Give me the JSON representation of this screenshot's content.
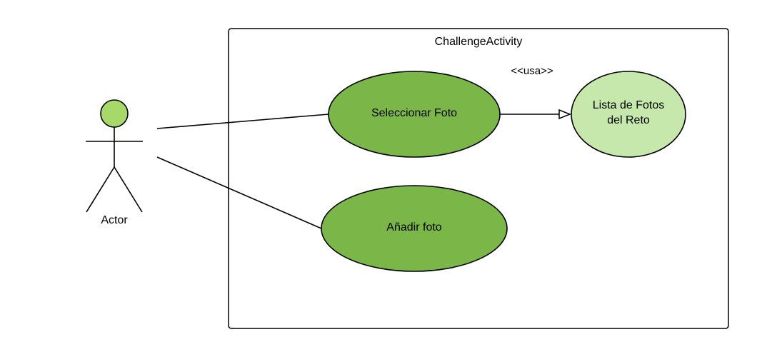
{
  "diagram": {
    "system_boundary": {
      "title": "ChallengeActivity"
    },
    "actor": {
      "label": "Actor",
      "head_color": "#a6d96a"
    },
    "use_cases": [
      {
        "id": "uc1",
        "lines": [
          "Seleccionar Foto"
        ],
        "color": "#7ab648"
      },
      {
        "id": "uc2",
        "lines": [
          "Añadir foto"
        ],
        "color": "#7ab648"
      },
      {
        "id": "uc3",
        "lines": [
          "Lista de Fotos",
          "del Reto"
        ],
        "color": "#c7e8ac"
      }
    ],
    "relationships": [
      {
        "from": "actor",
        "to": "uc1",
        "type": "association"
      },
      {
        "from": "actor",
        "to": "uc2",
        "type": "association"
      },
      {
        "from": "uc1",
        "to": "uc3",
        "type": "dependency",
        "label": "<<usa>>"
      }
    ]
  }
}
